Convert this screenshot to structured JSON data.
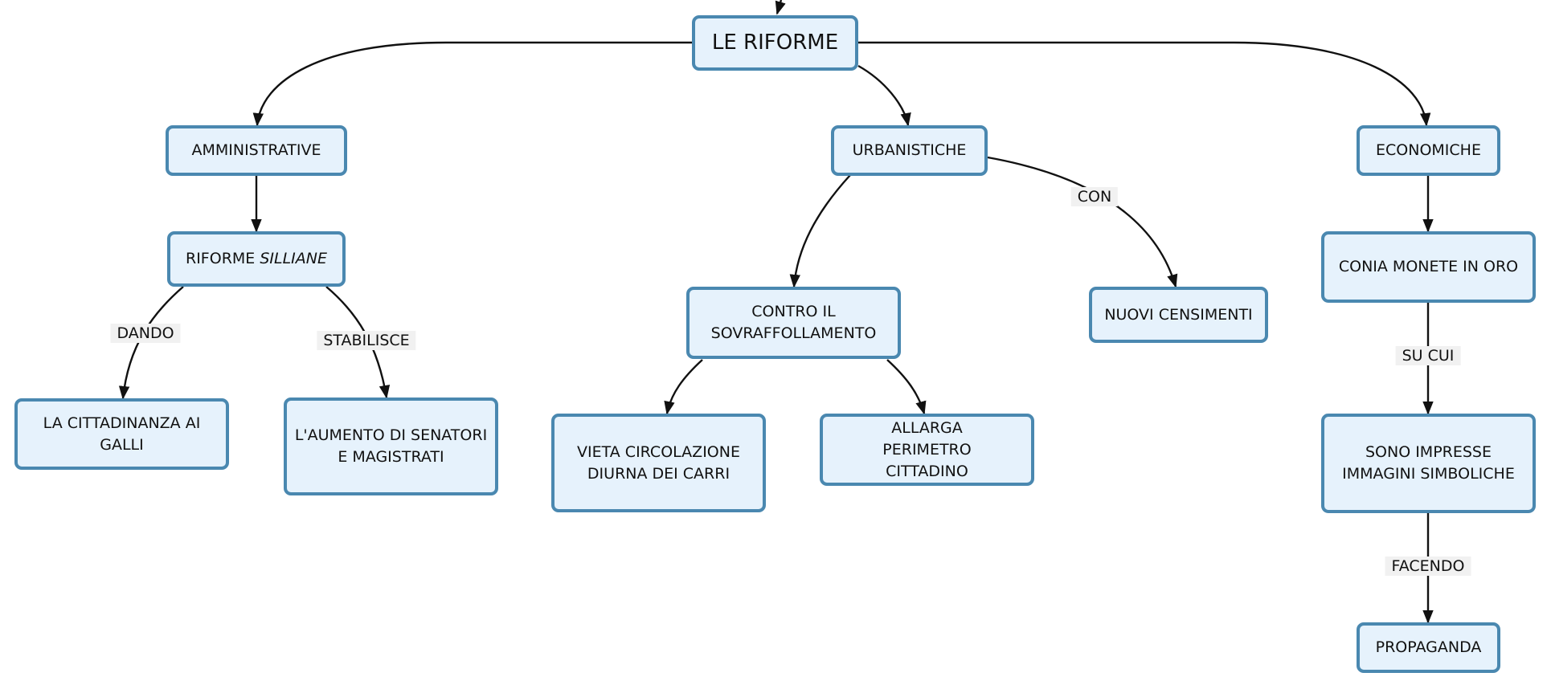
{
  "nodes": {
    "root": "LE RIFORME",
    "amministrative": "AMMINISTRATIVE",
    "urbanistiche": "URBANISTICHE",
    "economiche": "ECONOMICHE",
    "riforme_silliane": {
      "prefix": "RIFORME ",
      "italic": "SILLIANE"
    },
    "cittadinanza": "LA CITTADINANZA AI GALLI",
    "aumento": "L'AUMENTO DI SENATORI E MAGISTRATI",
    "sovraffollamento": "CONTRO IL SOVRAFFOLLAMENTO",
    "censimenti": "NUOVI CENSIMENTI",
    "vieta": "VIETA CIRCOLAZIONE DIURNA DEI CARRI",
    "allarga": "ALLARGA PERIMETRO CITTADINO",
    "monete": "CONIA MONETE IN ORO",
    "immagini": "SONO IMPRESSE IMMAGINI SIMBOLICHE",
    "propaganda": "PROPAGANDA"
  },
  "edge_labels": {
    "dando": "DANDO",
    "stabilisce": "STABILISCE",
    "con": "CON",
    "su_cui": "SU CUI",
    "facendo": "FACENDO"
  },
  "colors": {
    "node_fill": "#e6f2fc",
    "node_border": "#4a88b0",
    "edge": "#111111",
    "label_bg": "#f1f1f1"
  }
}
